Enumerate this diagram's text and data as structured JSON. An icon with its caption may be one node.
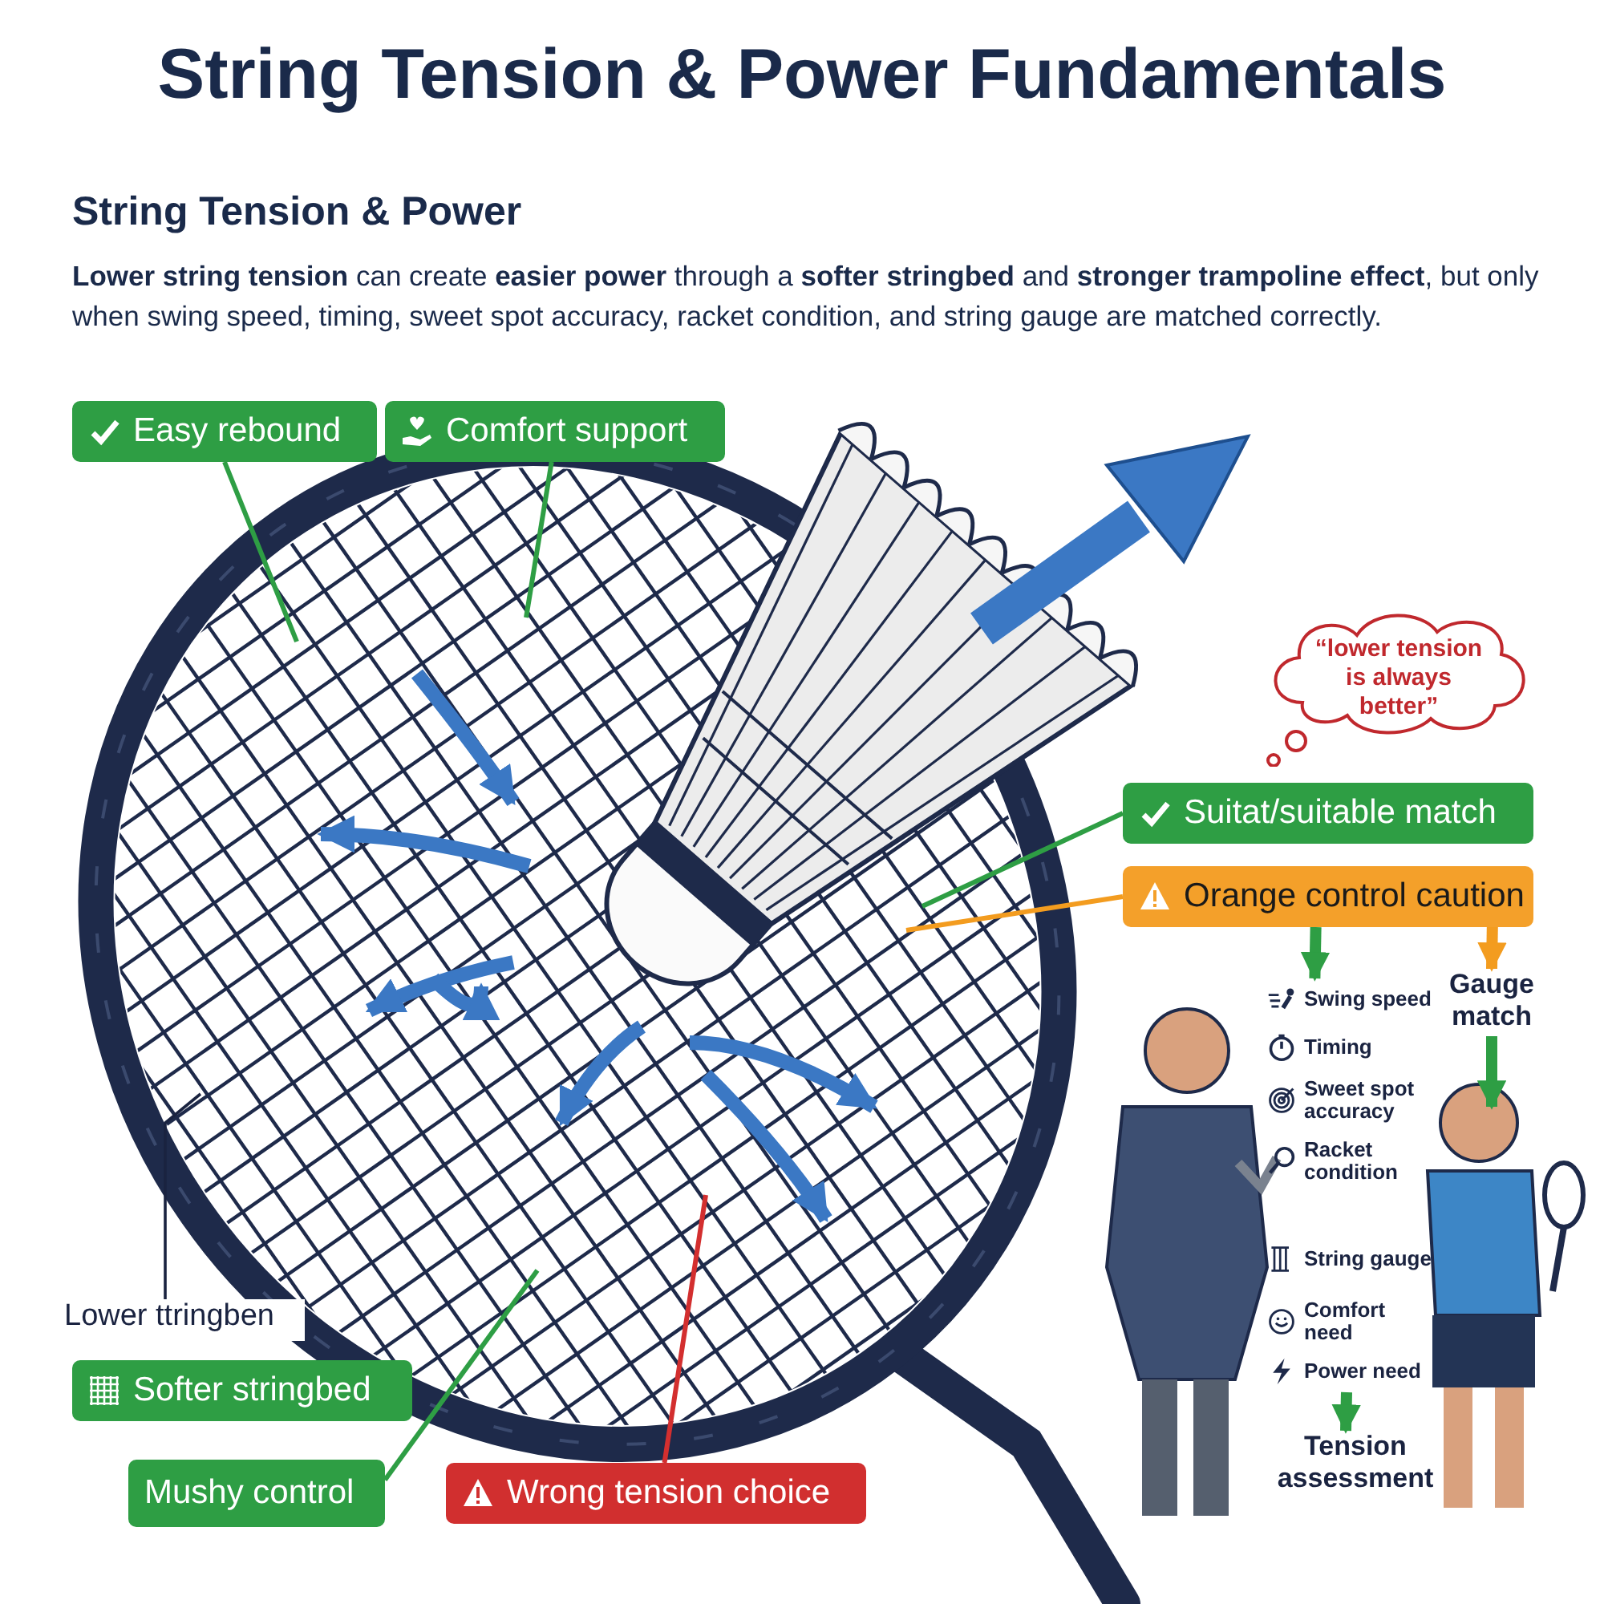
{
  "diagram": {
    "title": "String Tension & Power Fundamentals",
    "nodes": [
      {
        "text": [
          "Easy rebound"
        ]
      },
      {
        "text": [
          "Comfort support"
        ]
      },
      {
        "text": [
          "“lower tension is always better”"
        ]
      },
      {
        "text": [
          "Suitat/suitable match"
        ]
      },
      {
        "text": [
          "Orange control caution"
        ]
      },
      {
        "text": [
          "Gauge match"
        ]
      },
      {
        "text": [
          "Swing speed",
          "Timing",
          "Sweet spot accuracy",
          "Racket condition",
          "String gauge",
          "Comfort need",
          "Power need"
        ]
      },
      {
        "text": [
          "Tension assessment"
        ]
      },
      {
        "text": [
          "Lower ttringben"
        ]
      },
      {
        "text": [
          "Softer stringbed"
        ]
      },
      {
        "text": [
          "Mushy control"
        ]
      },
      {
        "text": [
          "Wrong tension choice"
        ]
      }
    ],
    "edges": [
      {
        "from": 0,
        "to": null,
        "arrow": "none"
      },
      {
        "from": 1,
        "to": null,
        "arrow": "none"
      },
      {
        "from": 3,
        "to": null,
        "arrow": "none"
      },
      {
        "from": 4,
        "to": null,
        "arrow": "none",
        "color": "#f39c1f"
      },
      {
        "from": 4,
        "to": 6,
        "arrow": "to",
        "style": "thick"
      },
      {
        "from": 4,
        "to": 5,
        "arrow": "to",
        "style": "thick",
        "color": "#f39c1f"
      },
      {
        "from": 5,
        "to": null,
        "arrow": "to",
        "style": "thick"
      },
      {
        "from": 6,
        "to": 7,
        "arrow": "to",
        "style": "thick"
      },
      {
        "from": 8,
        "to": null,
        "arrow": "none",
        "color": "#1a2340"
      },
      {
        "from": 10,
        "to": null,
        "arrow": "none"
      },
      {
        "from": 11,
        "to": null,
        "arrow": "none",
        "color": "#d32f2f"
      }
    ],
    "labels": [
      "String Tension & Power",
      "**Lower string tension** can create **easier power** through a **softer stringbed** and **stronger trampoline effect**, but only when swing speed, timing, sweet spot accuracy, racket condition, and string gauge are matched correctly."
    ]
  }
}
